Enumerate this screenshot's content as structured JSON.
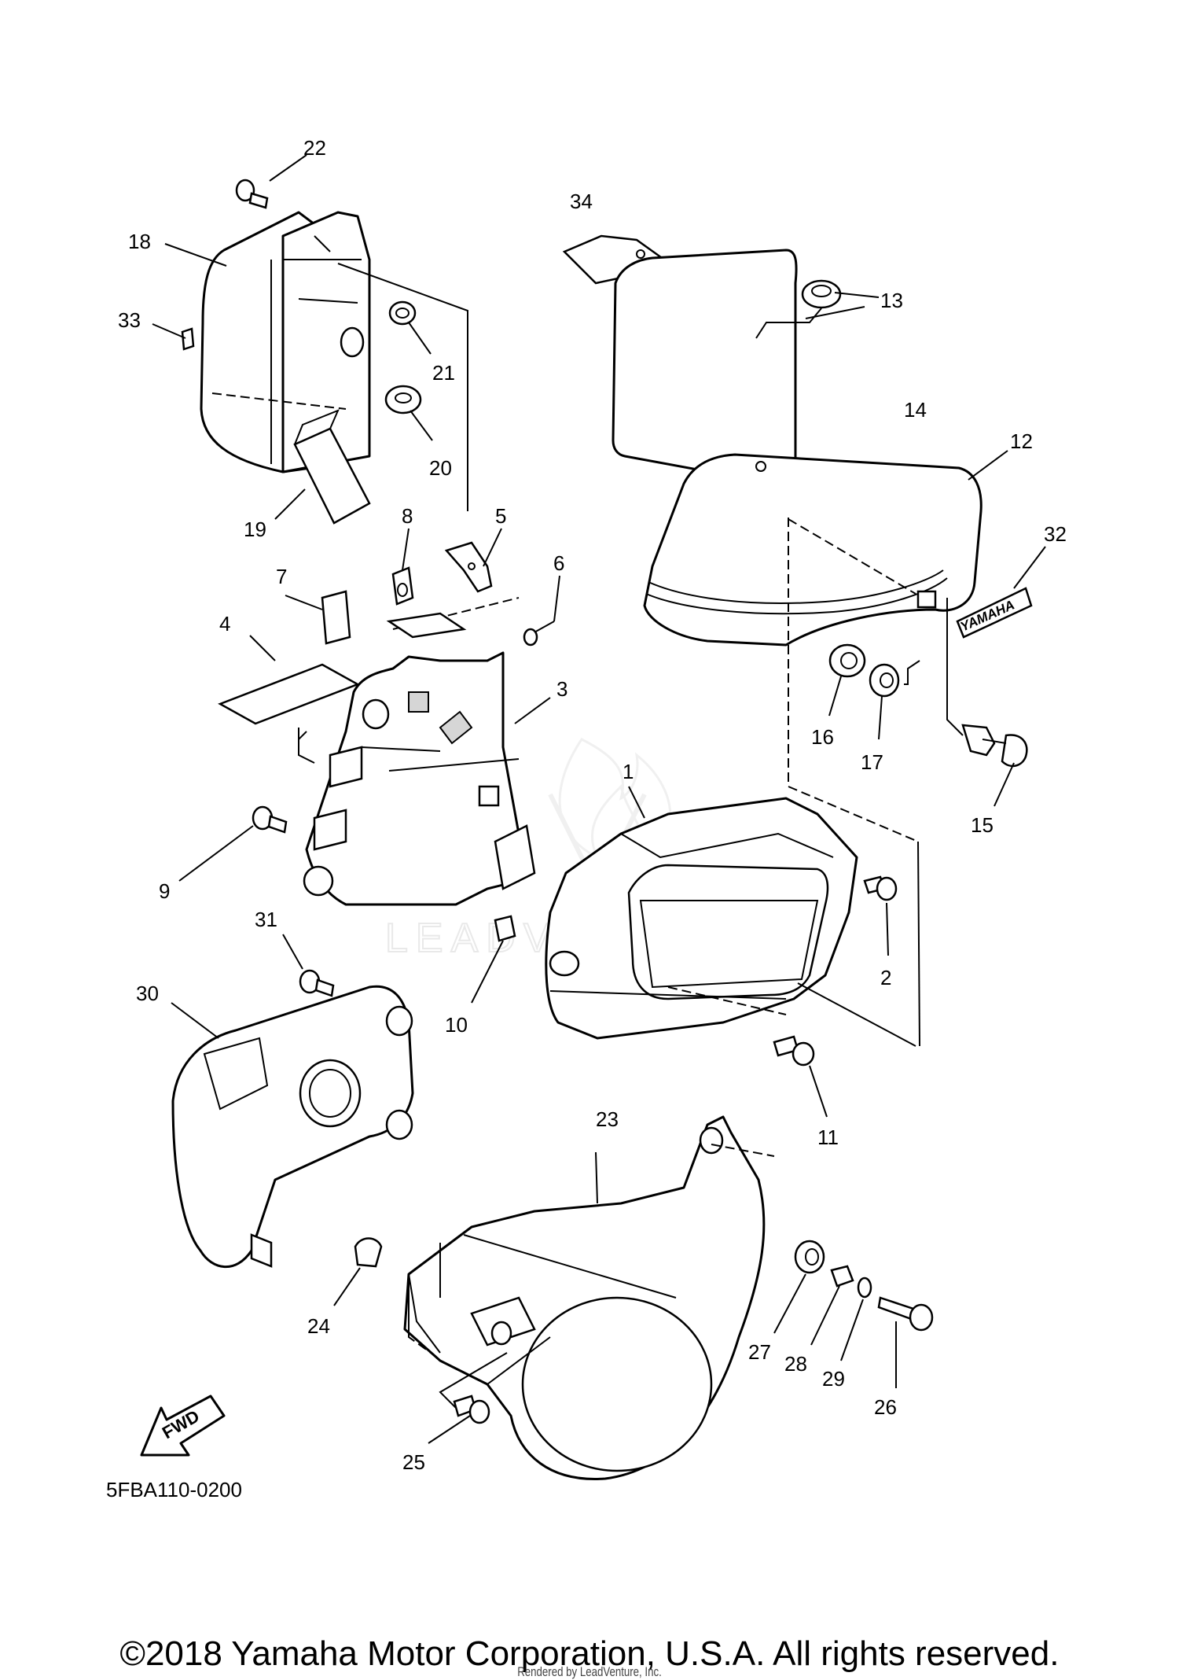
{
  "diagram_code": "5FBA110-0200",
  "fwd_label": "FWD",
  "emblem_text": "YAMAHA",
  "watermark": "LEADVENTURE",
  "copyright": "©2018 Yamaha Motor Corporation, U.S.A. All rights reserved.",
  "rendered_by": "Rendered by LeadVenture, Inc.",
  "callouts": [
    "1",
    "2",
    "3",
    "4",
    "5",
    "6",
    "7",
    "8",
    "9",
    "10",
    "11",
    "12",
    "13",
    "14",
    "15",
    "16",
    "17",
    "18",
    "19",
    "20",
    "21",
    "22",
    "23",
    "24",
    "25",
    "26",
    "27",
    "28",
    "29",
    "30",
    "31",
    "32",
    "33",
    "34"
  ]
}
